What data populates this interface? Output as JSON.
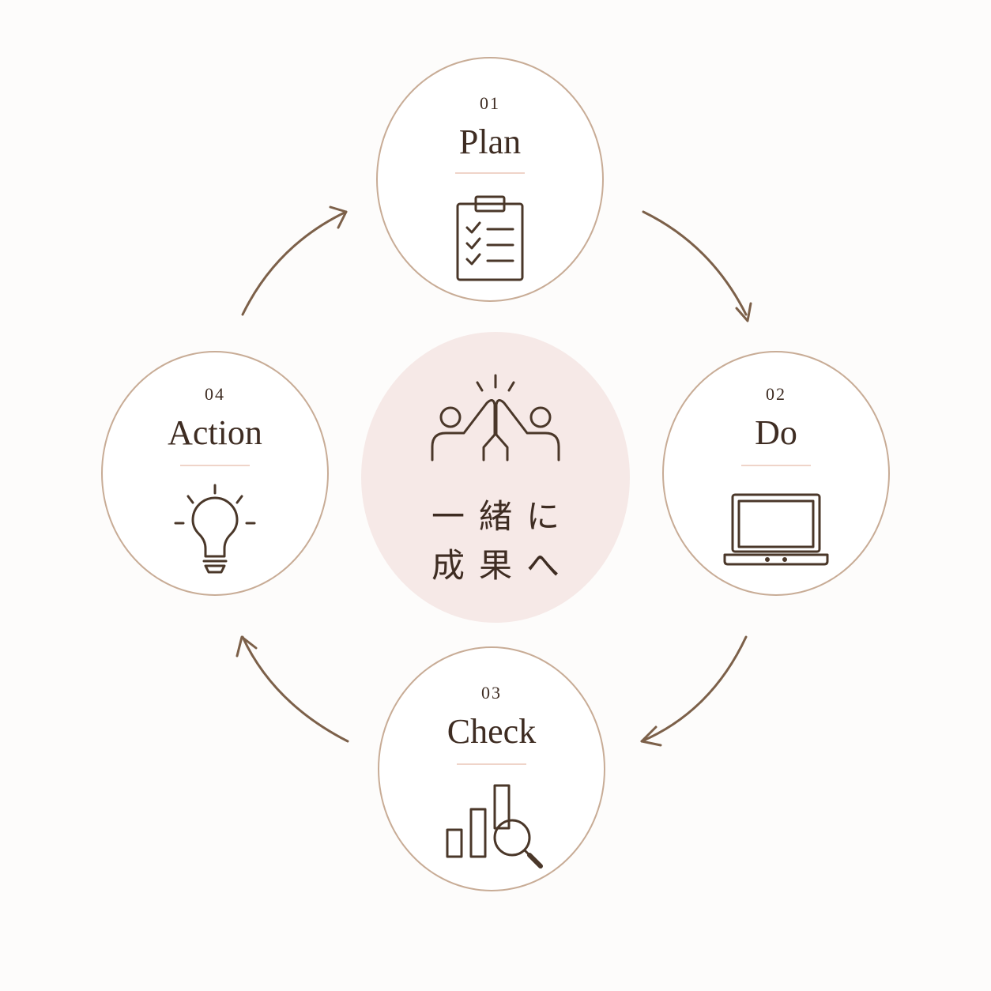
{
  "steps": [
    {
      "number": "01",
      "title": "Plan",
      "icon": "clipboard-checklist-icon"
    },
    {
      "number": "02",
      "title": "Do",
      "icon": "laptop-icon"
    },
    {
      "number": "03",
      "title": "Check",
      "icon": "bar-chart-magnifier-icon"
    },
    {
      "number": "04",
      "title": "Action",
      "icon": "lightbulb-icon"
    }
  ],
  "center": {
    "icon": "high-five-icon",
    "line1": "一緒に",
    "line2": "成果へ"
  },
  "colors": {
    "background": "#fdfcfb",
    "circle_border": "#c8ac96",
    "divider": "#efd4c9",
    "arrow": "#7c6049",
    "icon": "#4a3729",
    "text": "#3e2c22",
    "center_fill": "#f6e9e7"
  }
}
